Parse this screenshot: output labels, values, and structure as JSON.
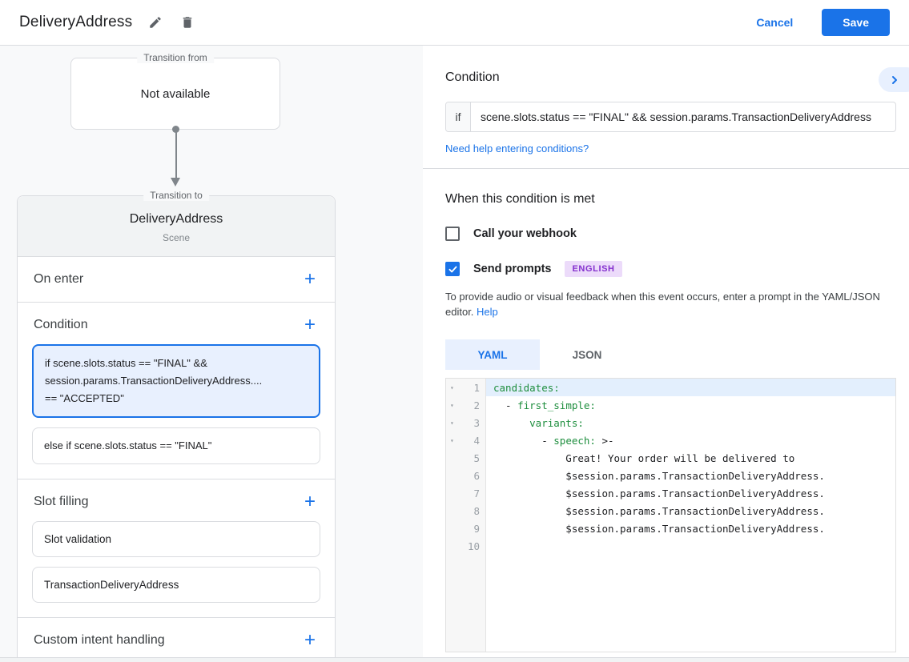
{
  "header": {
    "title": "DeliveryAddress",
    "cancel_label": "Cancel",
    "save_label": "Save"
  },
  "flow": {
    "transition_from_label": "Transition from",
    "transition_from_value": "Not available",
    "transition_to_label": "Transition to",
    "scene_name": "DeliveryAddress",
    "scene_type": "Scene"
  },
  "scene_sections": {
    "on_enter": {
      "label": "On enter",
      "add_label": "+"
    },
    "condition": {
      "label": "Condition",
      "add_label": "+",
      "cards": [
        {
          "text": "if scene.slots.status == \"FINAL\" &&\nsession.params.TransactionDeliveryAddress....\n== \"ACCEPTED\""
        },
        {
          "text": "else if scene.slots.status == \"FINAL\""
        }
      ]
    },
    "slot_filling": {
      "label": "Slot filling",
      "add_label": "+",
      "items": [
        "Slot validation",
        "TransactionDeliveryAddress"
      ]
    },
    "custom_intent": {
      "label": "Custom intent handling",
      "add_label": "+"
    }
  },
  "condition_panel": {
    "heading": "Condition",
    "if_label": "if",
    "if_value": "scene.slots.status == \"FINAL\" && session.params.TransactionDeliveryAddress",
    "help_link": "Need help entering conditions?"
  },
  "handlers_panel": {
    "heading": "When this condition is met",
    "webhook_label": "Call your webhook",
    "send_prompts_label": "Send prompts",
    "language_badge": "ENGLISH",
    "description": "To provide audio or visual feedback when this event occurs, enter a prompt in the YAML/JSON editor.",
    "help_link": "Help",
    "tabs": {
      "yaml": "YAML",
      "json": "JSON"
    }
  },
  "editor": {
    "lines": [
      {
        "num": "1",
        "arrow": "▾",
        "prefix": "",
        "key": "candidates:",
        "suffix": ""
      },
      {
        "num": "2",
        "arrow": "▾",
        "prefix": "  - ",
        "key": "first_simple:",
        "suffix": ""
      },
      {
        "num": "3",
        "arrow": "▾",
        "prefix": "      ",
        "key": "variants:",
        "suffix": ""
      },
      {
        "num": "4",
        "arrow": "▾",
        "prefix": "        - ",
        "key": "speech:",
        "suffix": " >-"
      },
      {
        "num": "5",
        "arrow": "",
        "prefix": "            Great! Your order will be delivered to",
        "key": "",
        "suffix": ""
      },
      {
        "num": "6",
        "arrow": "",
        "prefix": "            $session.params.TransactionDeliveryAddress.",
        "key": "",
        "suffix": ""
      },
      {
        "num": "7",
        "arrow": "",
        "prefix": "            $session.params.TransactionDeliveryAddress.",
        "key": "",
        "suffix": ""
      },
      {
        "num": "8",
        "arrow": "",
        "prefix": "            $session.params.TransactionDeliveryAddress.",
        "key": "",
        "suffix": ""
      },
      {
        "num": "9",
        "arrow": "",
        "prefix": "            $session.params.TransactionDeliveryAddress.",
        "key": "",
        "suffix": ""
      },
      {
        "num": "10",
        "arrow": "",
        "prefix": "",
        "key": "",
        "suffix": ""
      }
    ]
  },
  "colors": {
    "accent": "#1a73e8",
    "selected_card_bg": "#e8f0fe",
    "yaml_key_green": "#1e8e3e",
    "badge_bg": "#ecdbfa",
    "badge_text": "#8430ce",
    "page_bg": "#f8f9fa"
  }
}
